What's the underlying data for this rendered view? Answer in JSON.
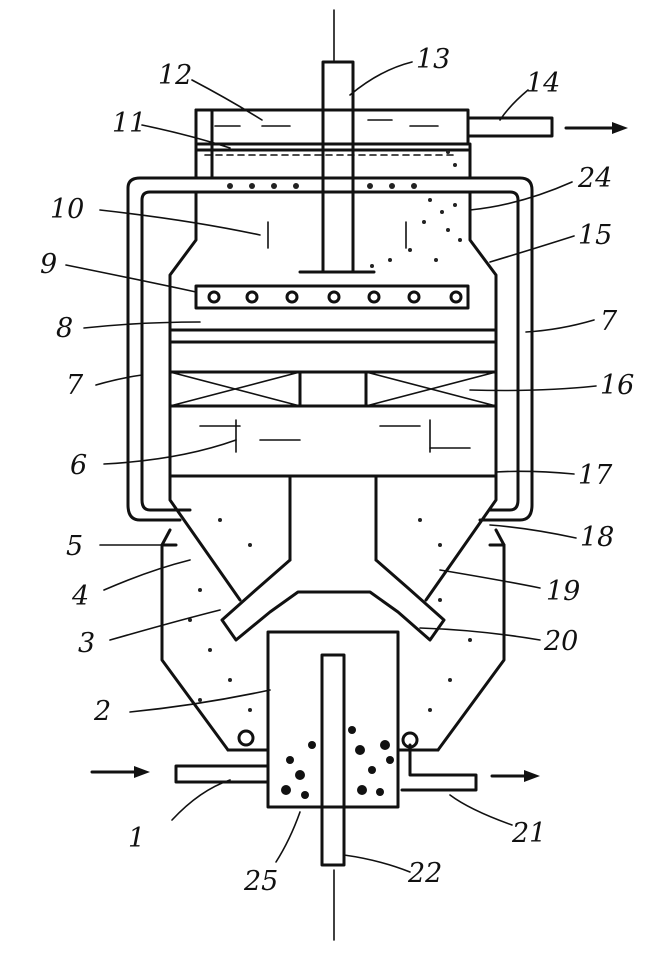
{
  "figure": {
    "labels": [
      {
        "id": "1",
        "text": "1"
      },
      {
        "id": "2",
        "text": "2"
      },
      {
        "id": "3",
        "text": "3"
      },
      {
        "id": "4",
        "text": "4"
      },
      {
        "id": "5",
        "text": "5"
      },
      {
        "id": "6",
        "text": "6"
      },
      {
        "id": "7a",
        "text": "7"
      },
      {
        "id": "7b",
        "text": "7"
      },
      {
        "id": "8",
        "text": "8"
      },
      {
        "id": "9",
        "text": "9"
      },
      {
        "id": "10",
        "text": "10"
      },
      {
        "id": "11",
        "text": "11"
      },
      {
        "id": "12",
        "text": "12"
      },
      {
        "id": "13",
        "text": "13"
      },
      {
        "id": "14",
        "text": "14"
      },
      {
        "id": "15",
        "text": "15"
      },
      {
        "id": "16",
        "text": "16"
      },
      {
        "id": "17",
        "text": "17"
      },
      {
        "id": "18",
        "text": "18"
      },
      {
        "id": "19",
        "text": "19"
      },
      {
        "id": "20",
        "text": "20"
      },
      {
        "id": "21",
        "text": "21"
      },
      {
        "id": "22",
        "text": "22"
      },
      {
        "id": "24",
        "text": "24"
      },
      {
        "id": "25",
        "text": "25"
      }
    ]
  }
}
